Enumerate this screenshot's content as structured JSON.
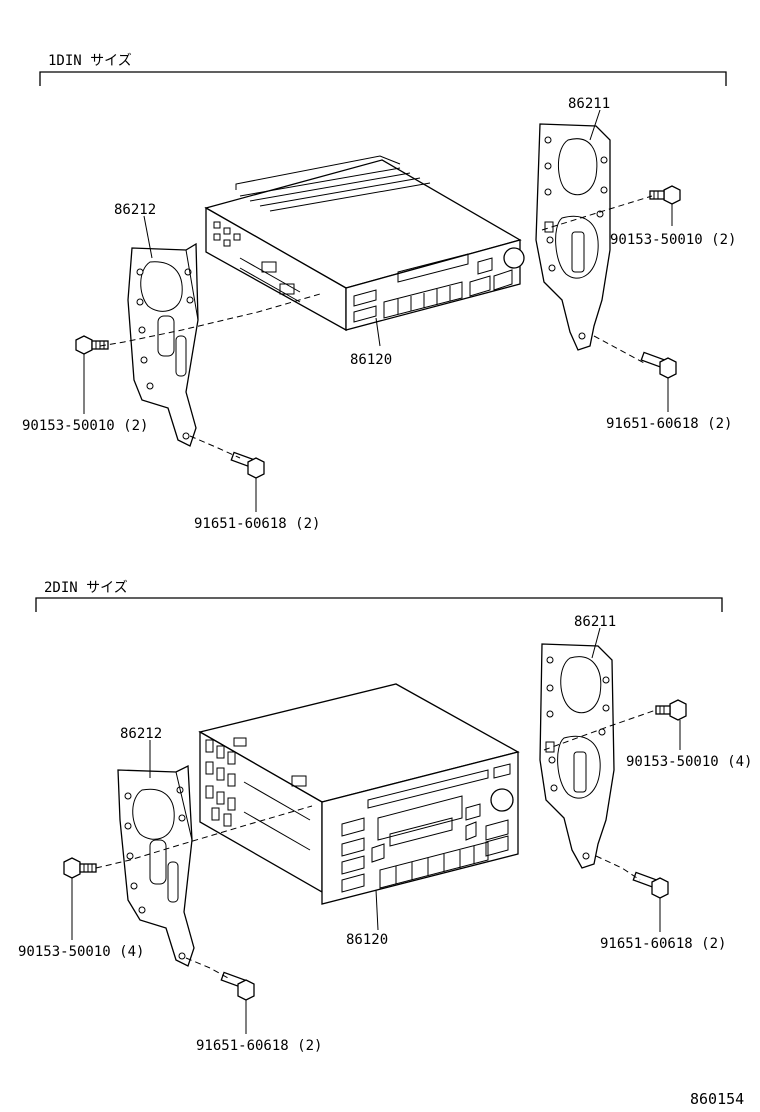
{
  "sections": [
    {
      "title": "1DIN サイズ",
      "labels": {
        "bracket_left": "86212",
        "bracket_right": "86211",
        "unit": "86120",
        "screw_left": "90153-50010 (2)",
        "screw_right": "90153-50010 (2)",
        "bolt_left": "91651-60618 (2)",
        "bolt_right": "91651-60618 (2)"
      }
    },
    {
      "title": "2DIN サイズ",
      "labels": {
        "bracket_left": "86212",
        "bracket_right": "86211",
        "unit": "86120",
        "screw_left": "90153-50010 (4)",
        "screw_right": "90153-50010 (4)",
        "bolt_left": "91651-60618 (2)",
        "bolt_right": "91651-60618 (2)"
      }
    }
  ],
  "figure_code": "860154"
}
